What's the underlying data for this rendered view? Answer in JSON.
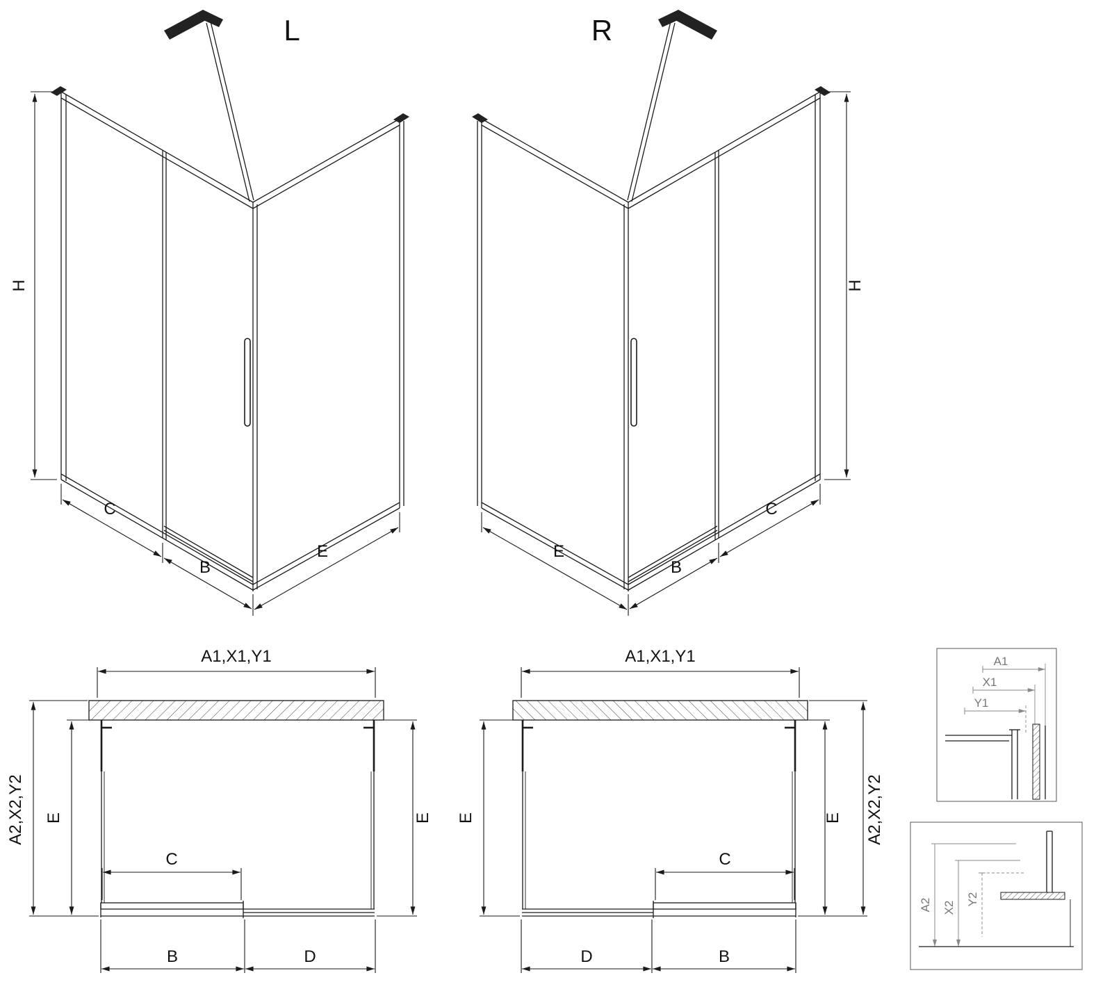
{
  "drawing": {
    "iso_left": {
      "title": "L",
      "dim_h": "H",
      "dim_c": "C",
      "dim_b": "B",
      "dim_e": "E"
    },
    "iso_right": {
      "title": "R",
      "dim_h": "H",
      "dim_c": "C",
      "dim_b": "B",
      "dim_e": "E"
    },
    "plan_left": {
      "dim_width_top": "A1,X1,Y1",
      "dim_depth_outer": "A2,X2,Y2",
      "dim_depth_inner": "E",
      "dim_depth_right": "E",
      "dim_c": "C",
      "dim_b": "B",
      "dim_d": "D"
    },
    "plan_right": {
      "dim_width_top": "A1,X1,Y1",
      "dim_depth_left": "E",
      "dim_depth_inner": "E",
      "dim_depth_outer": "A2,X2,Y2",
      "dim_c": "C",
      "dim_d": "D",
      "dim_b": "B"
    },
    "detail_top": {
      "dim_a1": "A1",
      "dim_x1": "X1",
      "dim_y1": "Y1"
    },
    "detail_bottom": {
      "dim_a2": "A2",
      "dim_x2": "X2",
      "dim_y2": "Y2"
    },
    "colors": {
      "line": "#1a1a1a",
      "dim_line": "#1a1a1a",
      "detail_line": "#888888",
      "detail_label": "#777777",
      "background": "#ffffff"
    }
  }
}
